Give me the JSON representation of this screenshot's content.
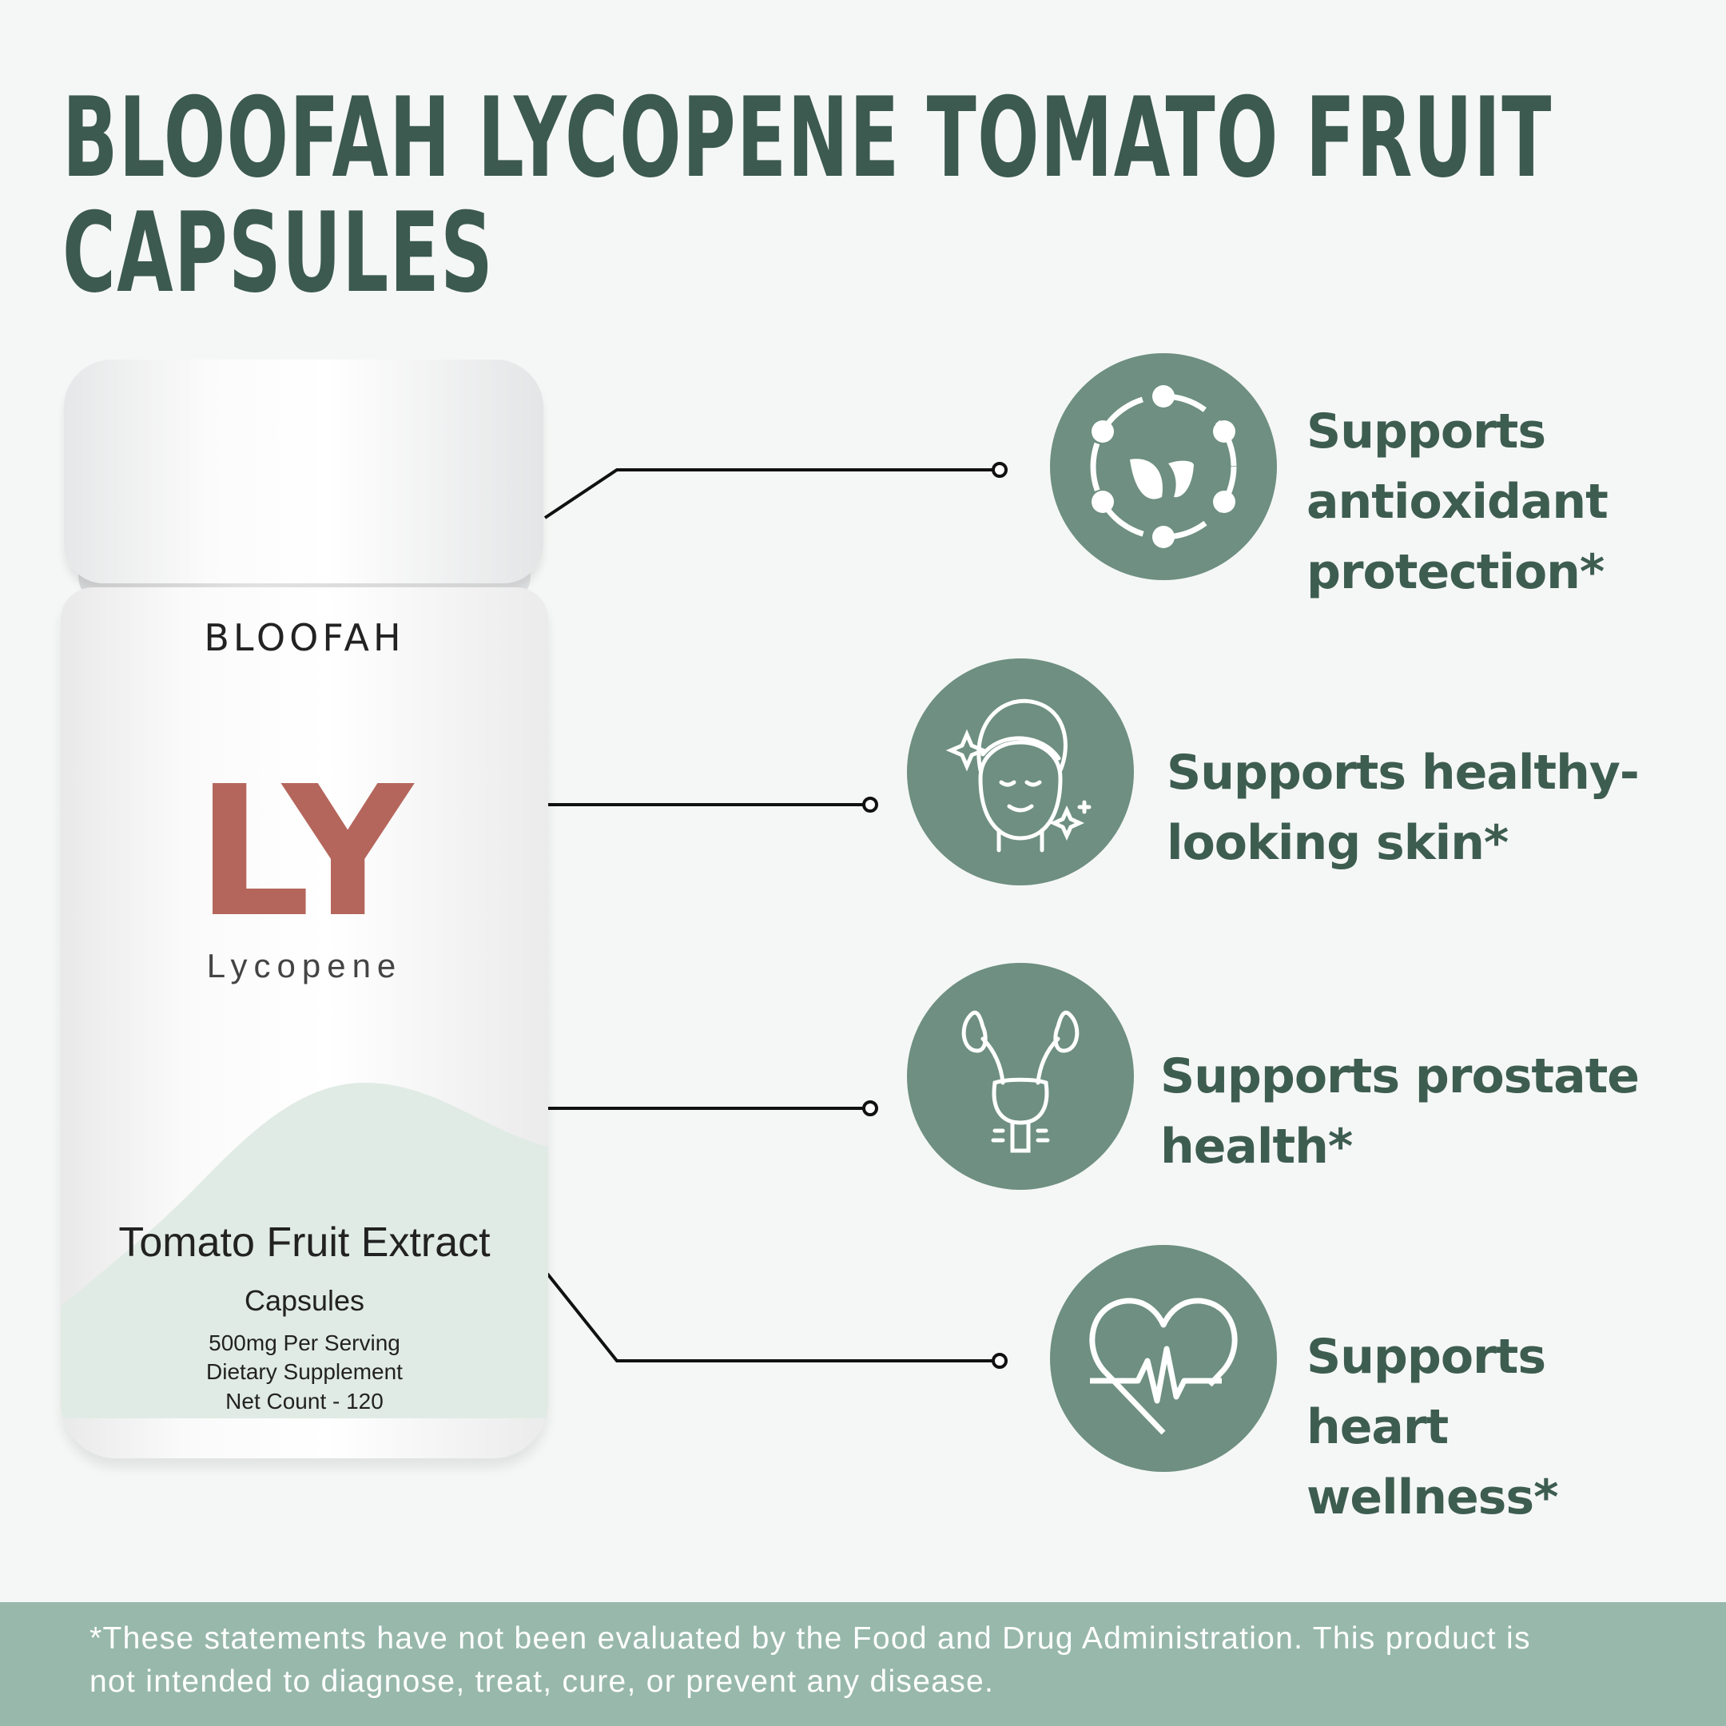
{
  "title": {
    "line1": "BLOOFAH LYCOPENE TOMATO FRUIT",
    "line2": "CAPSULES"
  },
  "bottle": {
    "brand": "BLOOFAH",
    "monogram": "LY",
    "name": "Lycopene",
    "product": "Tomato Fruit Extract",
    "form": "Capsules",
    "serving": "500mg Per Serving",
    "type": "Dietary Supplement",
    "count": "Net Count - 120"
  },
  "benefits": [
    {
      "icon": "antioxidant-leaf-icon",
      "lines": [
        "Supports",
        "antioxidant",
        "protection*"
      ]
    },
    {
      "icon": "face-skin-icon",
      "lines": [
        "Supports healthy-",
        "looking skin*"
      ]
    },
    {
      "icon": "prostate-organ-icon",
      "lines": [
        "Supports prostate",
        "health*"
      ]
    },
    {
      "icon": "heart-pulse-icon",
      "lines": [
        "Supports",
        "heart",
        "wellness*"
      ]
    }
  ],
  "footer": {
    "line1": "*These statements have not been evaluated by the Food and Drug Administration. This product is",
    "line2": "not intended to diagnose, treat, cure, or prevent any disease."
  },
  "colors": {
    "title": "#3c5a4f",
    "circle": "#6e8f81",
    "monogram": "#b5665c",
    "footer": "#98b8ac"
  }
}
